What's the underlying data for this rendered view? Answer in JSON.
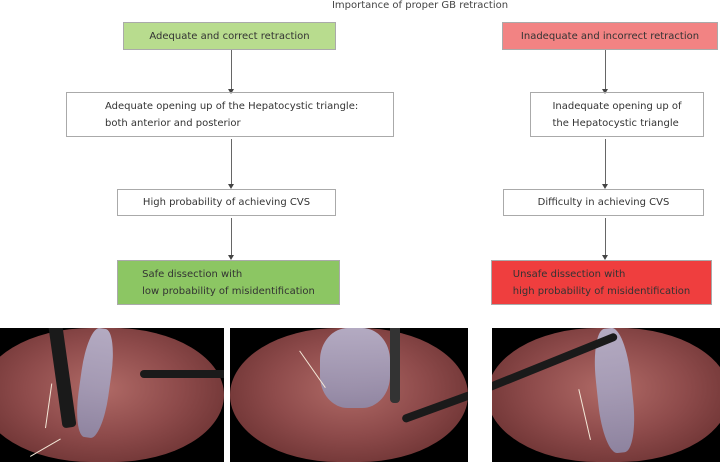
{
  "title": "Importance of proper GB retraction",
  "left": {
    "boxes": [
      "Adequate and correct retraction",
      "Adequate opening up of the Hepatocystic triangle:\nboth anterior and posterior",
      "High probability of achieving CVS",
      "Safe dissection with\nlow probability of misidentification"
    ]
  },
  "right": {
    "boxes": [
      "Inadequate and incorrect retraction",
      "Inadequate opening up of\nthe Hepatocystic triangle",
      "Difficulty in achieving CVS",
      "Unsafe dissection with\nhigh probability of misidentification"
    ]
  },
  "colors": {
    "green_light": "#b8dc8e",
    "green": "#8cc663",
    "red_light": "#f28383",
    "red": "#ef3e3e"
  }
}
